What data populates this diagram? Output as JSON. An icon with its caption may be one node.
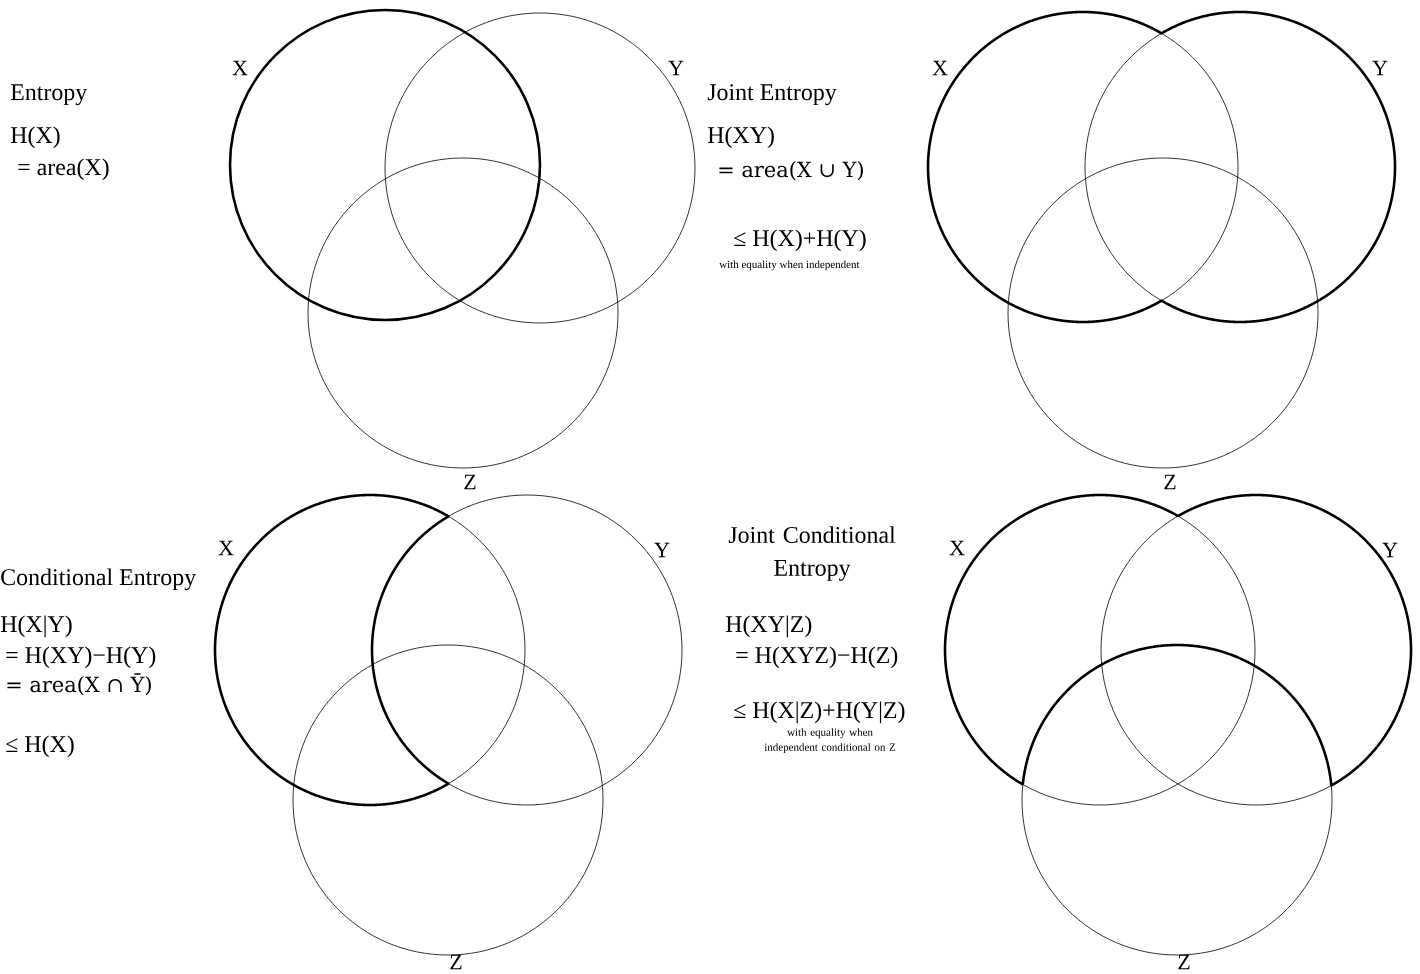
{
  "diagram": {
    "nodes": [
      {
        "text": [
          "X"
        ]
      },
      {
        "text": [
          "Y"
        ]
      },
      {
        "text": [
          "Z"
        ]
      },
      {
        "text": [
          "X"
        ]
      },
      {
        "text": [
          "Y"
        ]
      },
      {
        "text": [
          "Z"
        ]
      },
      {
        "text": [
          "X"
        ]
      },
      {
        "text": [
          "Y"
        ]
      },
      {
        "text": [
          "Z"
        ]
      },
      {
        "text": [
          "X"
        ]
      },
      {
        "text": [
          "Y"
        ]
      },
      {
        "text": [
          "Z"
        ]
      }
    ],
    "labels": [
      "Entropy",
      "H(X)",
      "= area(X)",
      "Joint Entropy",
      "H(XY)",
      "= area(X ∪ Y)",
      "≤ H(X)+H(Y)",
      "with equality when independent",
      "Conditional Entropy",
      "H(X|Y)",
      "= H(XY)−H(Y)",
      "= area(X ∩ Ȳ)",
      "≤ H(X)",
      "Joint Conditional Entropy",
      "H(XY|Z)",
      "= H(XYZ)−H(Z)",
      "≤ H(X|Z)+H(Y|Z)",
      "with equality when independent conditional on Z"
    ]
  }
}
